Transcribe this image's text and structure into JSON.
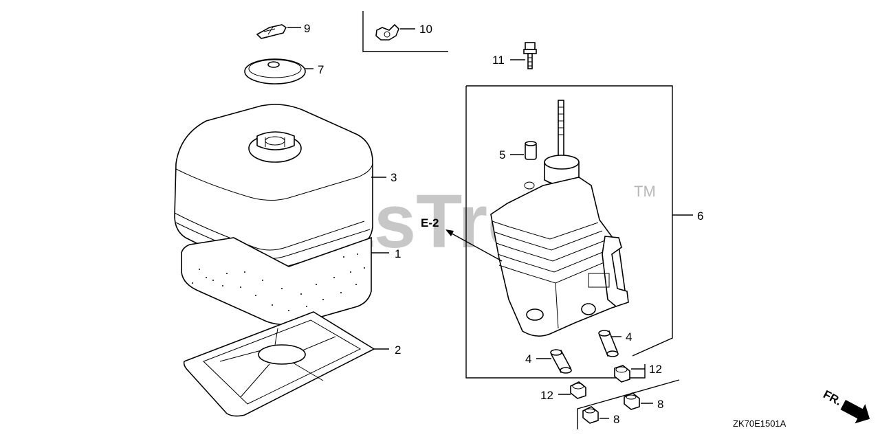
{
  "watermark": {
    "text": "PartsTree",
    "tm": "TM"
  },
  "diagram_code": "ZK70E1501A",
  "direction_label": "FR.",
  "reference_label": "E-2",
  "callouts": {
    "c1": "1",
    "c2": "2",
    "c3": "3",
    "c4a": "4",
    "c4b": "4",
    "c5": "5",
    "c6": "6",
    "c7": "7",
    "c8a": "8",
    "c8b": "8",
    "c9": "9",
    "c10": "10",
    "c11": "11",
    "c12a": "12",
    "c12b": "12"
  }
}
